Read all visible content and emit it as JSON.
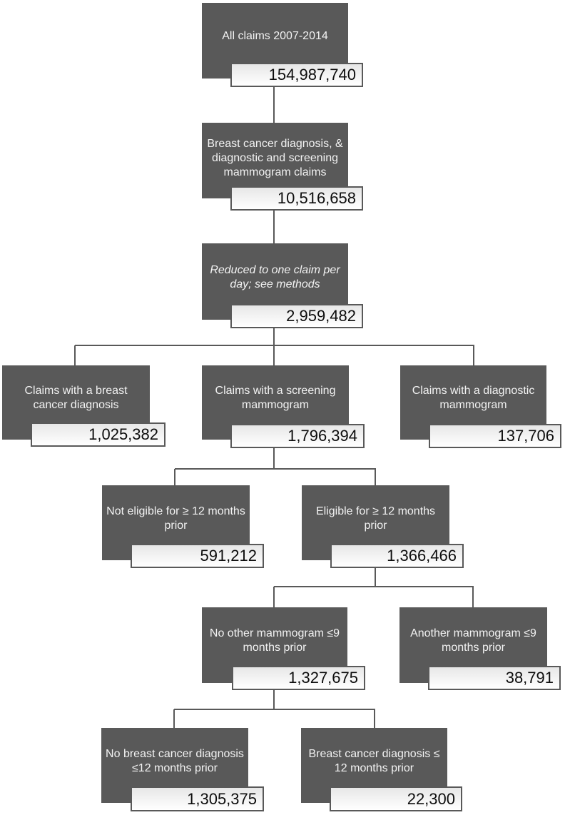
{
  "flowchart": {
    "description": "Claims selection flow diagram",
    "colors": {
      "node_fill": "#595959",
      "node_text": "#f2f2f2",
      "value_border": "#595959",
      "value_fill_top": "#e7e7e7",
      "value_fill_bottom": "#ffffff",
      "value_text": "#0d0d0d",
      "connector": "#595959"
    },
    "nodes": [
      {
        "label": "All claims 2007-2014",
        "value": "154,987,740"
      },
      {
        "label": "Breast cancer diagnosis, & diagnostic and screening mammogram claims",
        "value": "10,516,658"
      },
      {
        "label": "Reduced to one claim per day; see methods",
        "value": "2,959,482"
      },
      {
        "label": "Claims with a breast cancer diagnosis",
        "value": "1,025,382"
      },
      {
        "label": "Claims with a screening mammogram",
        "value": "1,796,394"
      },
      {
        "label": "Claims with a diagnostic mammogram",
        "value": "137,706"
      },
      {
        "label": "Not eligible for ≥ 12 months prior",
        "value": "591,212"
      },
      {
        "label": "Eligible for ≥ 12 months prior",
        "value": "1,366,466"
      },
      {
        "label": "No other mammogram ≤9 months prior",
        "value": "1,327,675"
      },
      {
        "label": "Another mammogram ≤9 months prior",
        "value": "38,791"
      },
      {
        "label": "No breast cancer diagnosis ≤12 months prior",
        "value": "1,305,375"
      },
      {
        "label": "Breast cancer diagnosis ≤ 12 months prior",
        "value": "22,300"
      }
    ]
  }
}
